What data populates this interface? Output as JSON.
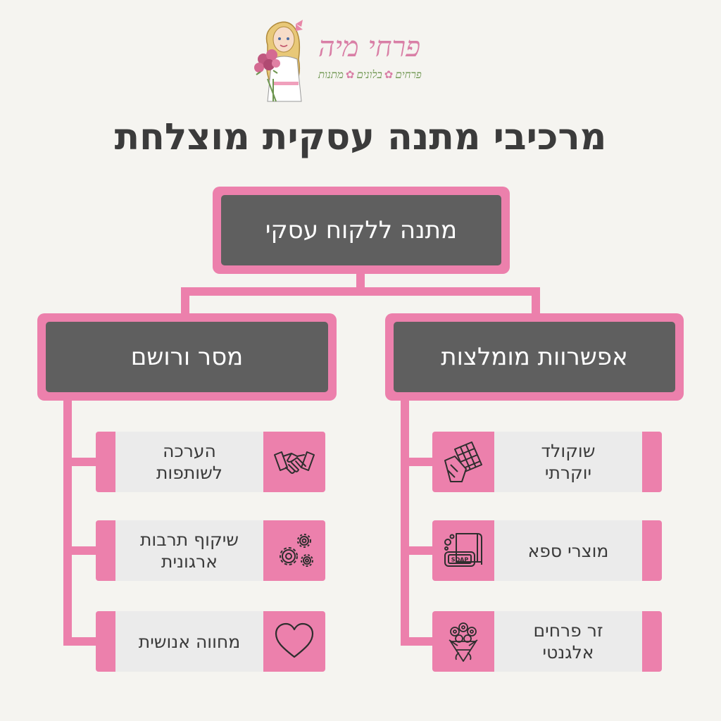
{
  "logo": {
    "brand": "פרחי מיה",
    "tagline_words": [
      "פרחים",
      "בלונים",
      "מתנות"
    ],
    "colors": {
      "brand": "#d97fa6",
      "tagline": "#6e9650"
    }
  },
  "title": "מרכיבי מתנה עסקית מוצלחת",
  "root": {
    "label": "מתנה ללקוח עסקי"
  },
  "branches": {
    "left": {
      "label": "מסר ורושם",
      "items": [
        {
          "label": "הערכה\nלשותפות",
          "icon": "handshake-icon"
        },
        {
          "label": "שיקוף תרבות\nארגונית",
          "icon": "gears-icon"
        },
        {
          "label": "מחווה אנושית",
          "icon": "heart-icon"
        }
      ]
    },
    "right": {
      "label": "אפשרוות מומלצות",
      "items": [
        {
          "label": "שוקולד\nיוקרתי",
          "icon": "chocolate-icon"
        },
        {
          "label": "מוצרי ספא",
          "icon": "soap-icon",
          "icon_text": "SOAP"
        },
        {
          "label": "זר פרחים\nאלגנטי",
          "icon": "bouquet-icon"
        }
      ]
    }
  },
  "colors": {
    "accent": "#ec80ac",
    "header_fill": "#5f5f5f",
    "card_fill": "#ebebeb",
    "background": "#f5f4f0",
    "title_text": "#3b3b3b"
  }
}
